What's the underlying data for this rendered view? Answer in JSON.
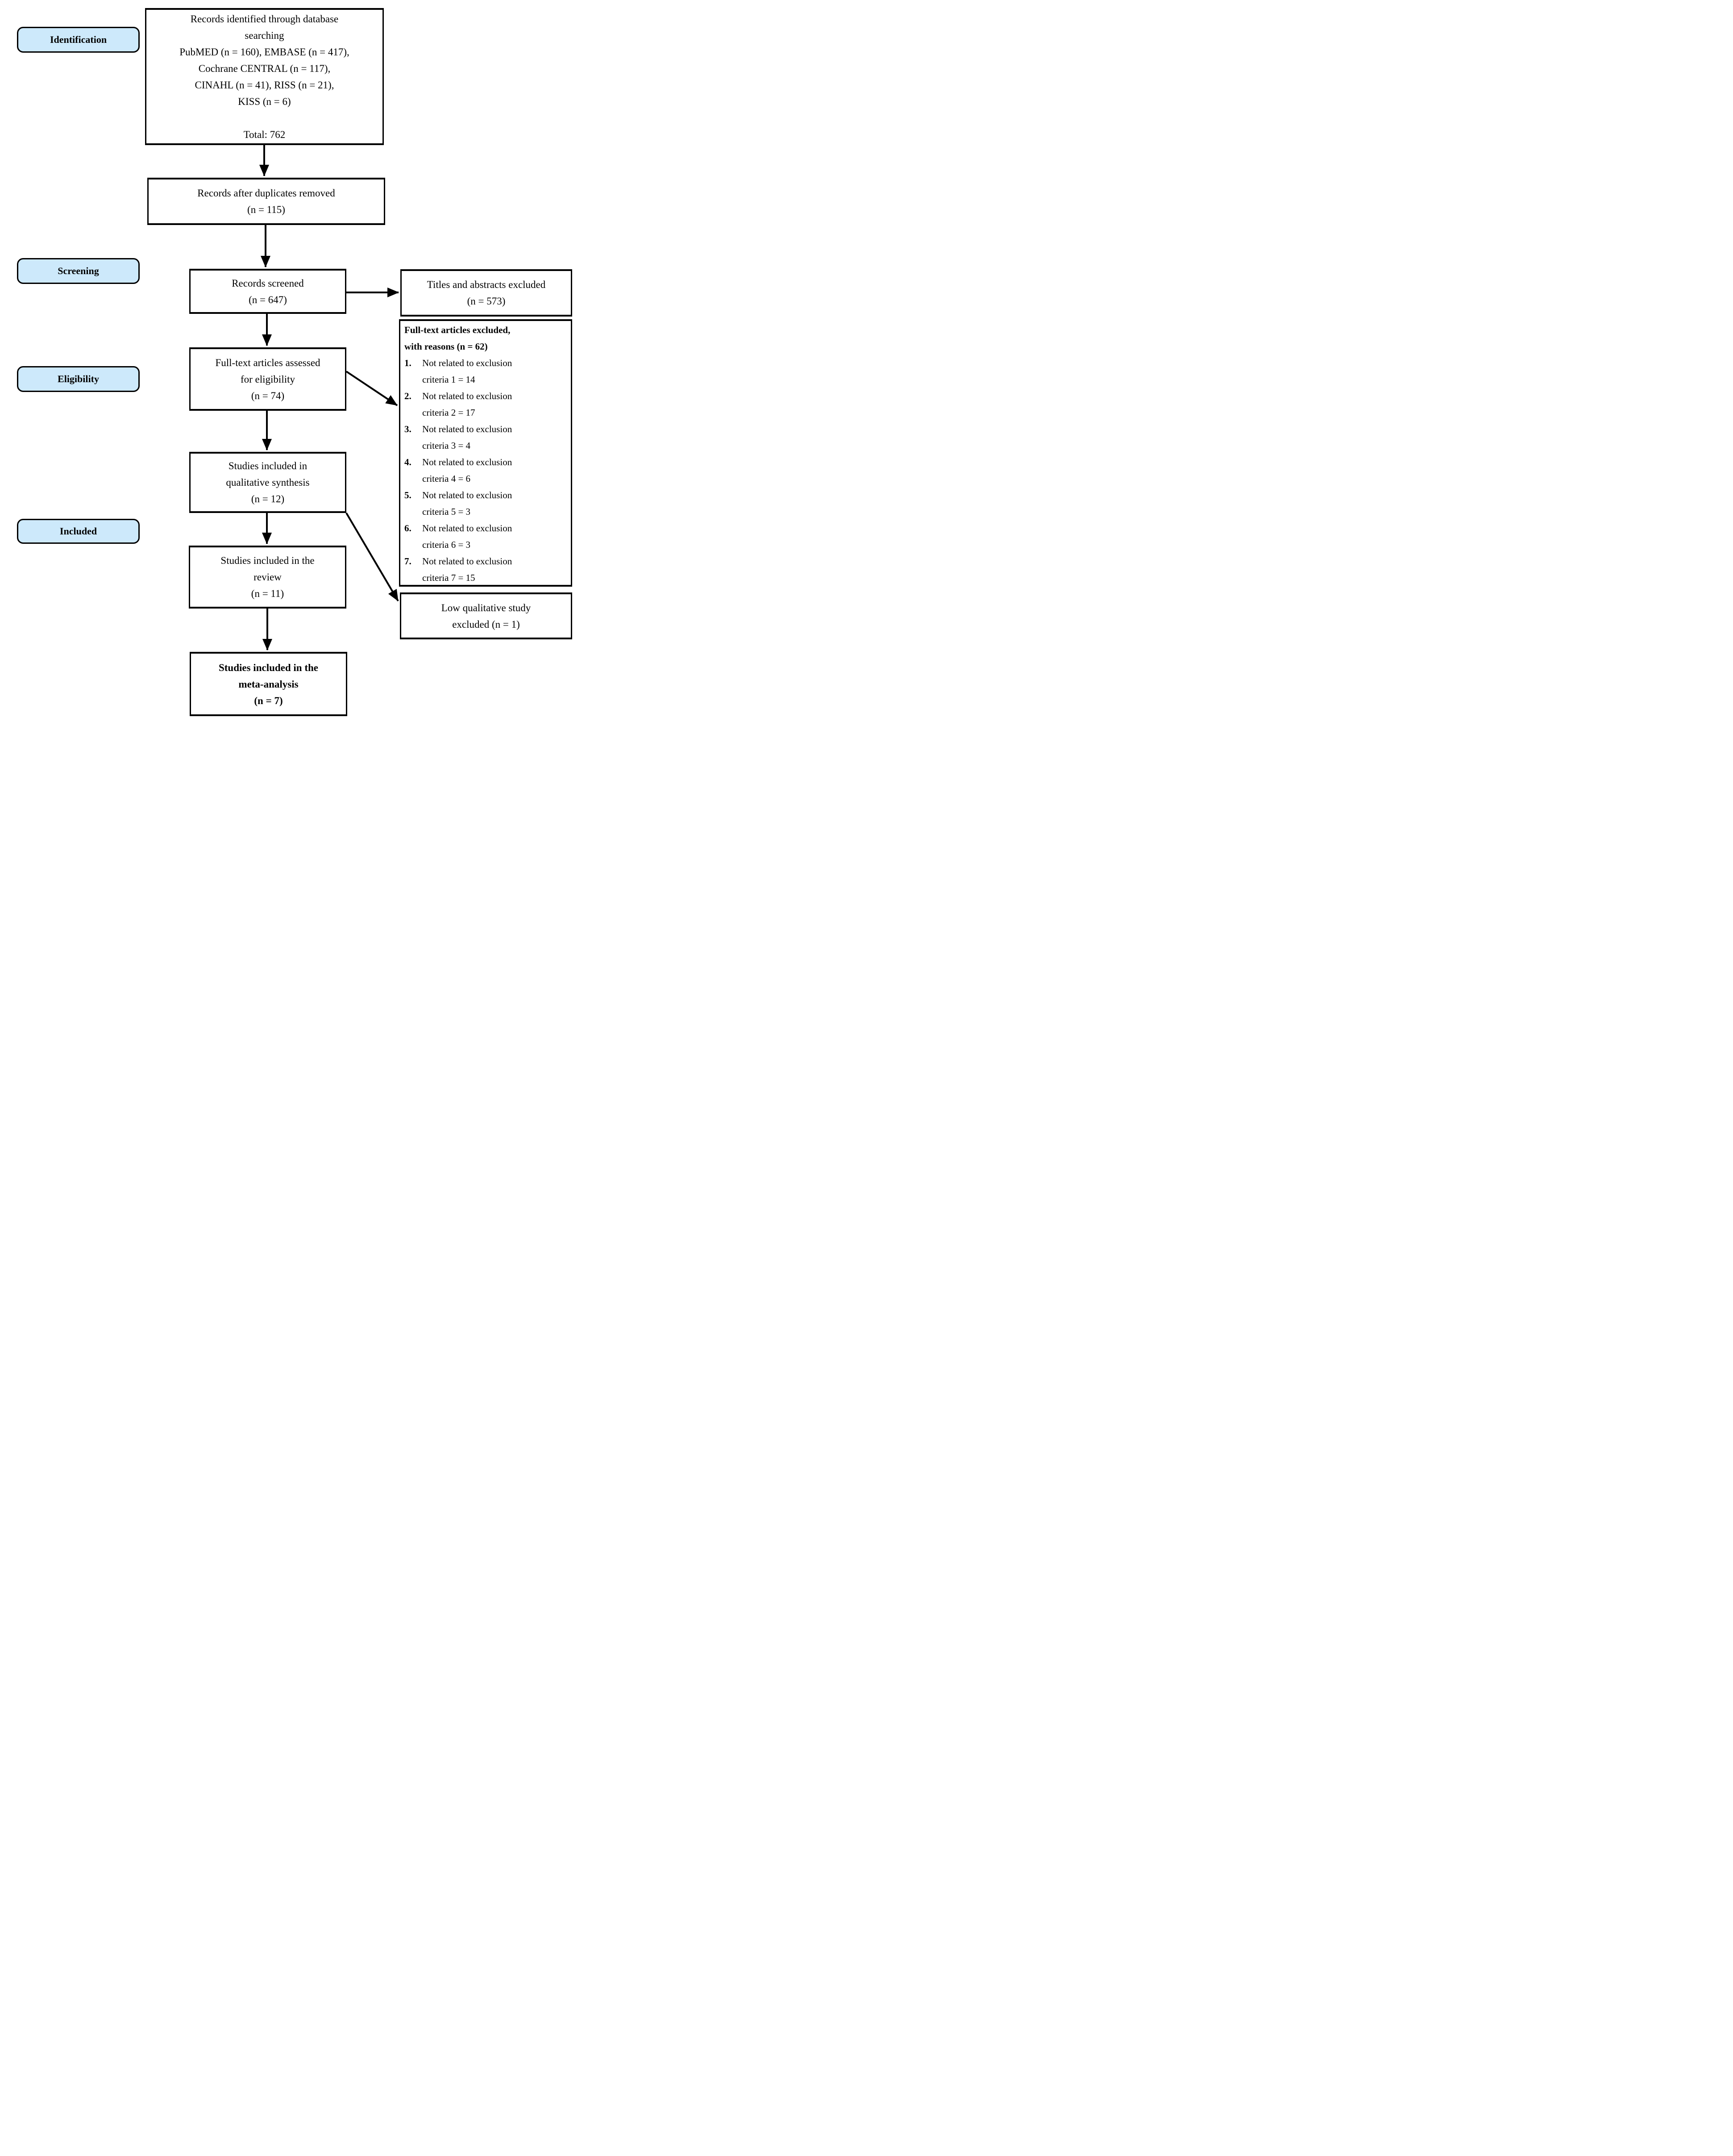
{
  "figure": {
    "kind": "PRISMA flow diagram"
  },
  "colors": {
    "stage_label_fill": "#cde9fb",
    "border": "#000000",
    "box_fill": "#ffffff",
    "text": "#000000"
  },
  "stages": {
    "identification": "Identification",
    "screening": "Screening",
    "eligibility": "Eligibility",
    "included": "Included"
  },
  "boxes": {
    "records_identified": {
      "lines": [
        "Records identified through database",
        "searching",
        "PubMED (n = 160), EMBASE (n = 417),",
        "Cochrane CENTRAL (n = 117),",
        "CINAHL (n = 41), RISS (n = 21),",
        "KISS (n = 6)",
        "",
        "Total: 762"
      ]
    },
    "duplicates_removed": {
      "lines": [
        "Records after duplicates removed",
        "(n = 115)"
      ]
    },
    "records_screened": {
      "lines": [
        "Records screened",
        "(n = 647)"
      ]
    },
    "titles_excluded": {
      "lines": [
        "Titles and abstracts excluded",
        "(n = 573)"
      ]
    },
    "fulltext_assessed": {
      "lines": [
        "Full-text articles assessed",
        "for eligibility",
        "(n = 74)"
      ]
    },
    "fulltext_excluded": {
      "heading_line1": "Full-text articles excluded,",
      "heading_line2": "with reasons (n = 62)",
      "items": [
        {
          "num": "1.",
          "line1": "Not related to exclusion",
          "line2": "criteria 1 = 14"
        },
        {
          "num": "2.",
          "line1": "Not related to exclusion",
          "line2": "criteria 2 = 17"
        },
        {
          "num": "3.",
          "line1": "Not related to exclusion",
          "line2": "criteria 3 = 4"
        },
        {
          "num": "4.",
          "line1": "Not related to exclusion",
          "line2": "criteria 4 = 6"
        },
        {
          "num": "5.",
          "line1": "Not related to exclusion",
          "line2": "criteria 5 = 3"
        },
        {
          "num": "6.",
          "line1": "Not related to exclusion",
          "line2": "criteria 6 = 3"
        },
        {
          "num": "7.",
          "line1": "Not related to exclusion",
          "line2": "criteria 7 = 15"
        }
      ]
    },
    "qualitative_synthesis": {
      "lines": [
        "Studies included in",
        "qualitative synthesis",
        "(n = 12)"
      ]
    },
    "included_review": {
      "lines": [
        "Studies included in the",
        "review",
        "(n = 11)"
      ]
    },
    "low_quality_excluded": {
      "lines": [
        "Low qualitative study",
        "excluded (n = 1)"
      ]
    },
    "meta_analysis": {
      "lines": [
        "Studies included in the",
        "meta-analysis",
        "(n = 7)"
      ]
    }
  }
}
